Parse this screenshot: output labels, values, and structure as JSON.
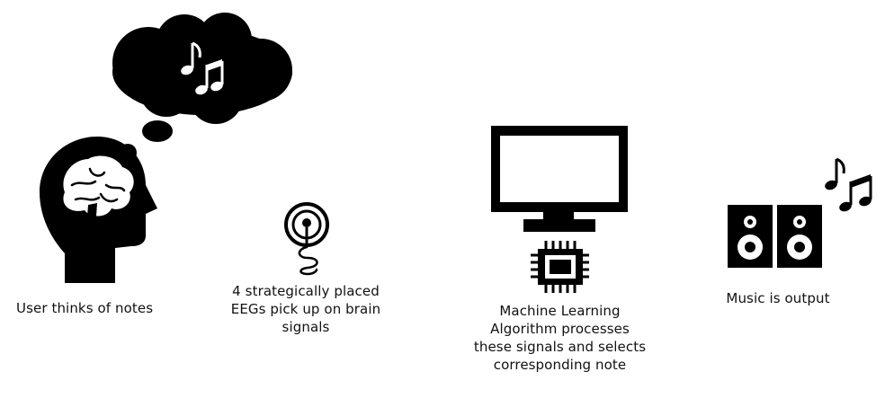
{
  "steps": [
    {
      "id": "user",
      "icon": "thinking-head-icon",
      "caption": "User thinks of notes"
    },
    {
      "id": "eeg",
      "icon": "eeg-electrode-icon",
      "caption": "4 strategically placed EEGs pick up on brain signals"
    },
    {
      "id": "ml",
      "icon": "computer-chip-icon",
      "caption": "Machine Learning Algorithm processes these signals and selects corresponding note"
    },
    {
      "id": "output",
      "icon": "speakers-music-icon",
      "caption": "Music is output"
    }
  ],
  "colors": {
    "ink": "#000000",
    "background": "#ffffff",
    "text": "#111111"
  }
}
